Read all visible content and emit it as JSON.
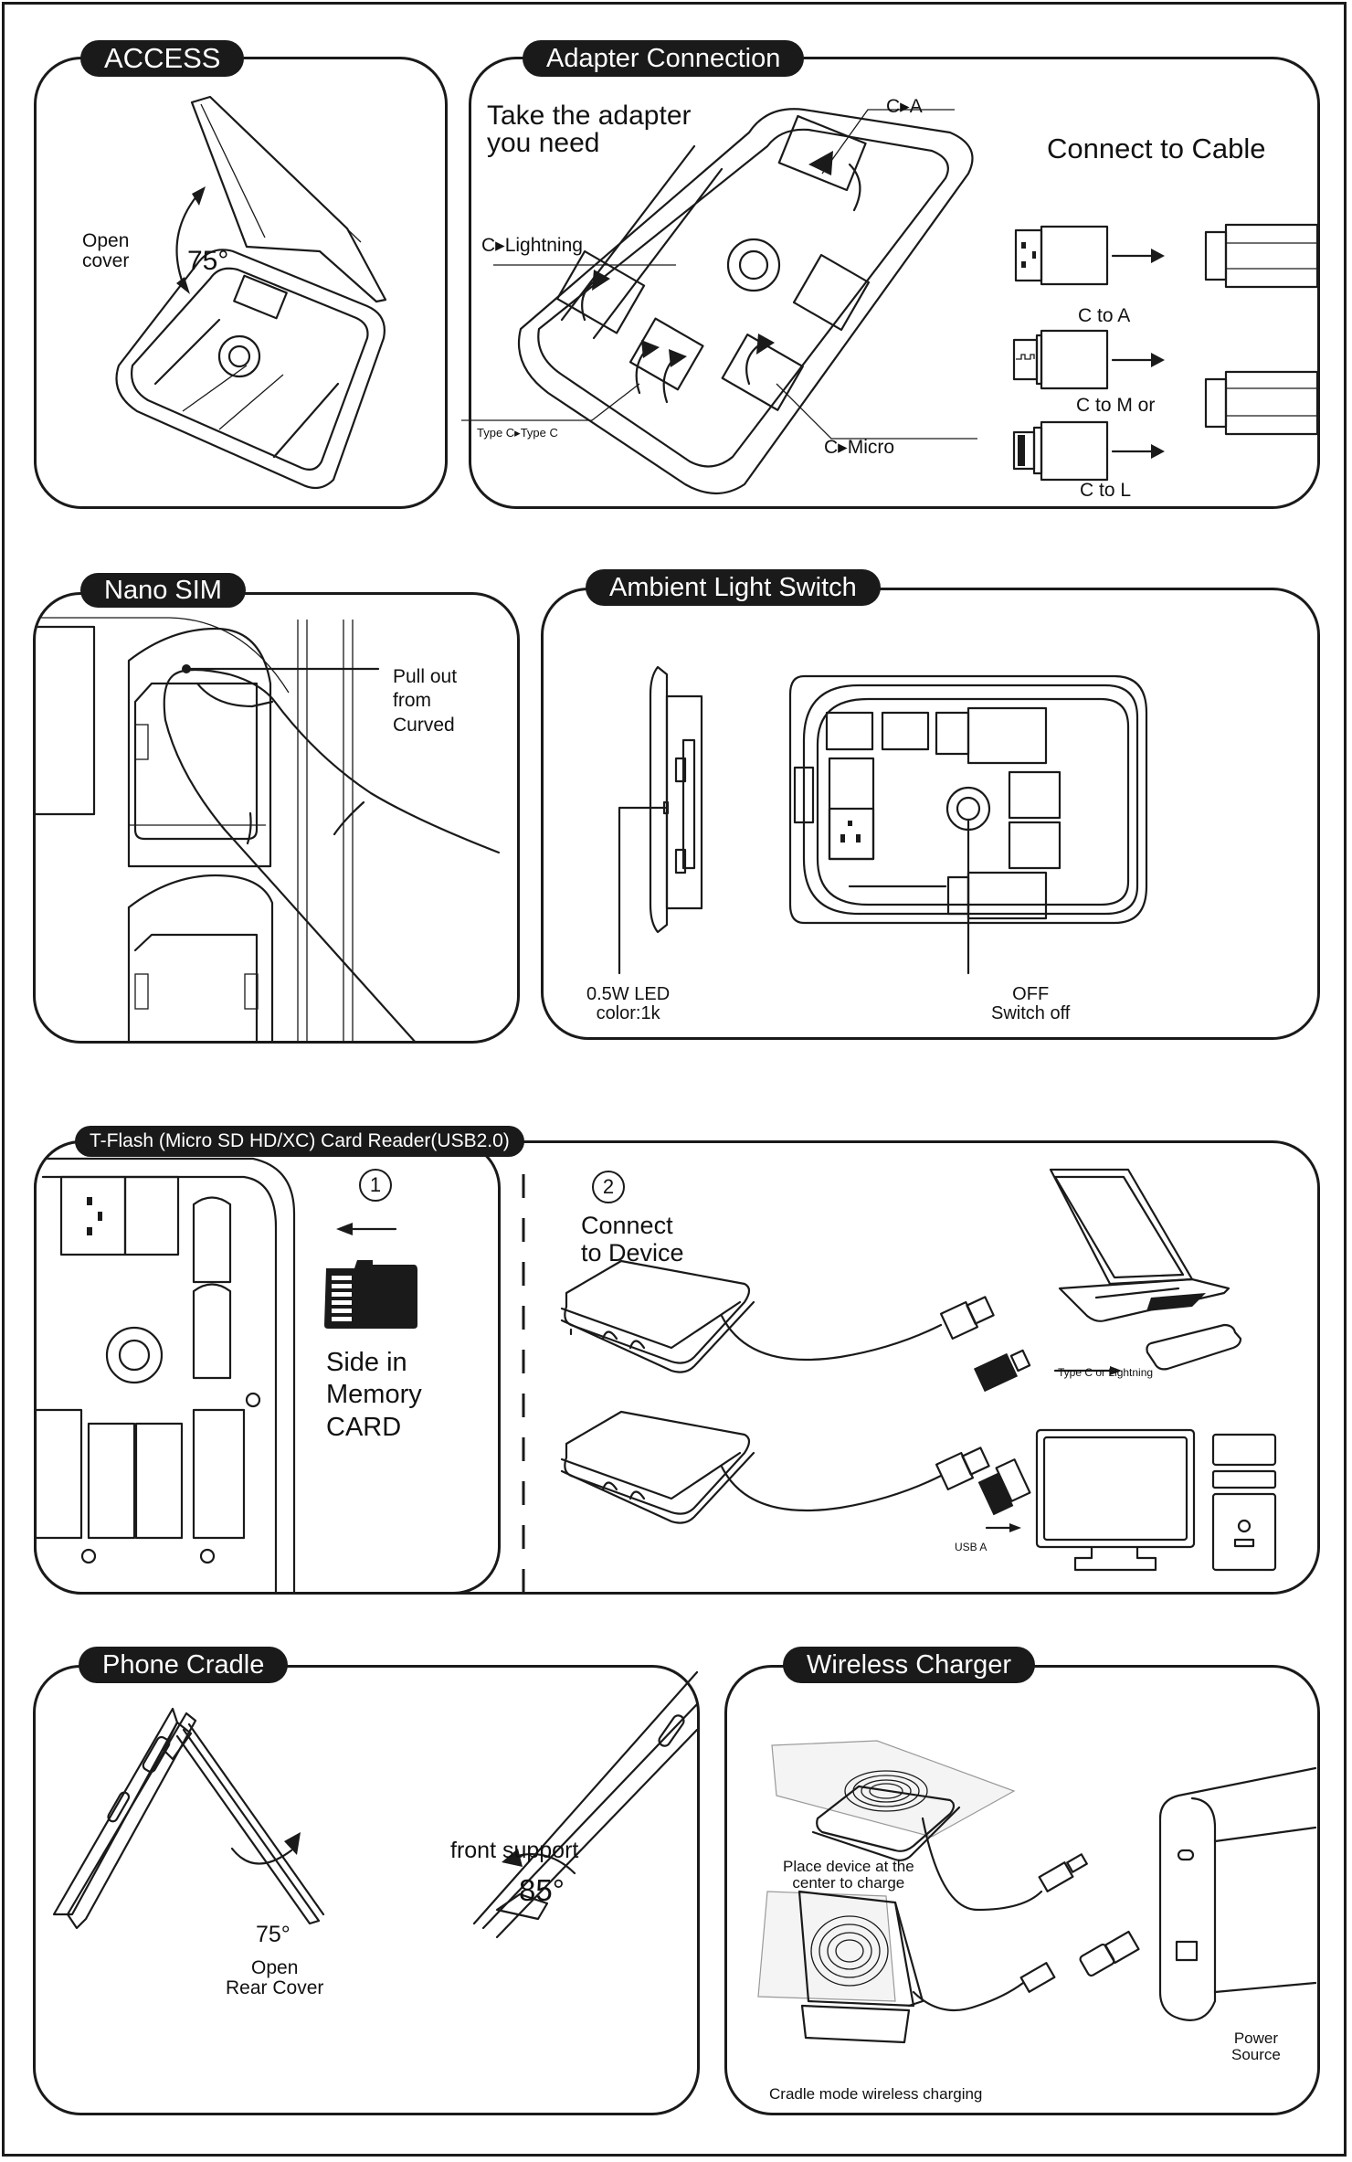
{
  "sections": {
    "access": {
      "title": "ACCESS",
      "open_label": "Open\ncover",
      "angle": "75°"
    },
    "adapter": {
      "title": "Adapter Connection",
      "heading": "Take the adapter\nyou need",
      "callouts": {
        "c_to_a": "C▸A",
        "c_to_lightning": "C▸Lightning",
        "type_c_to_type_c": "Type C▸Type C",
        "c_to_micro": "C▸Micro"
      },
      "cable_heading": "Connect to Cable",
      "cable_items": [
        {
          "label": "C to A",
          "icon": "usb-a-adapter-icon"
        },
        {
          "label": "C to M or",
          "icon": "micro-usb-adapter-icon"
        },
        {
          "label": "C to L",
          "icon": "lightning-adapter-icon"
        }
      ]
    },
    "nano_sim": {
      "title": "Nano SIM",
      "instruction": "Pull out\nfrom\nCurved"
    },
    "ambient": {
      "title": "Ambient Light Switch",
      "led_label": "0.5W LED\ncolor:1k",
      "switch_label": "OFF\nSwitch off"
    },
    "card_reader": {
      "title": "T-Flash (Micro SD HD/XC) Card Reader(USB2.0)",
      "step1_number": "1",
      "step1_text": "Side in\nMemory\nCARD",
      "step2_number": "2",
      "step2_text": "Connect\nto Device",
      "type_c_label": "Type C or Lightning",
      "usb_a_label": "USB A"
    },
    "cradle": {
      "title": "Phone Cradle",
      "rear_angle": "75°",
      "rear_label": "Open\nRear Cover",
      "front_label": "front support",
      "front_angle": "85°"
    },
    "wireless": {
      "title": "Wireless Charger",
      "flat_label": "Place device at the\ncenter to charge",
      "cradle_label": "Cradle mode wireless charging",
      "power_label": "Power\nSource"
    }
  }
}
